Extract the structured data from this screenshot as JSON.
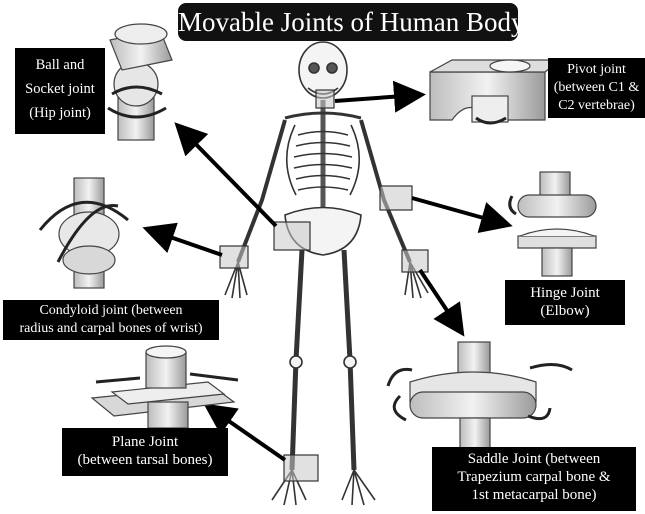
{
  "title": "Movable Joints of Human Body",
  "labels": {
    "ball": [
      "Ball and",
      "Socket joint",
      "(Hip joint)"
    ],
    "pivot": [
      "Pivot joint",
      "(between C1 &",
      "C2 vertebrae)"
    ],
    "hinge": [
      "Hinge Joint",
      "(Elbow)"
    ],
    "condyloid": [
      "Condyloid joint (between",
      "radius and carpal bones of wrist)"
    ],
    "plane": [
      "Plane Joint",
      "(between tarsal bones)"
    ],
    "saddle": [
      "Saddle Joint (between",
      "Trapezium carpal bone &",
      "1st metacarpal bone)"
    ]
  },
  "colors": {
    "label_bg": "#000000",
    "label_text": "#ffffff",
    "skeleton": "#333333",
    "joint_fill": "#e6e6e6"
  },
  "icons": [
    "ball-socket-joint-icon",
    "pivot-joint-icon",
    "hinge-joint-icon",
    "condyloid-joint-icon",
    "plane-joint-icon",
    "saddle-joint-icon",
    "skeleton-figure"
  ]
}
